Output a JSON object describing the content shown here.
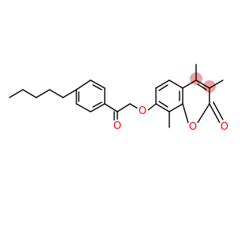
{
  "molecule": {
    "highlight_color": "#f0a0a0",
    "bond_color": "#000000",
    "atom_labels": {
      "ether_oxygen": {
        "text": "O",
        "color": "#ff0000"
      },
      "ketone_oxygen": {
        "text": "O",
        "color": "#ff0000"
      },
      "ring_oxygen": {
        "text": "O",
        "color": "#ff0000"
      },
      "lactone_oxygen": {
        "text": "O",
        "color": "#ff0000"
      }
    }
  }
}
